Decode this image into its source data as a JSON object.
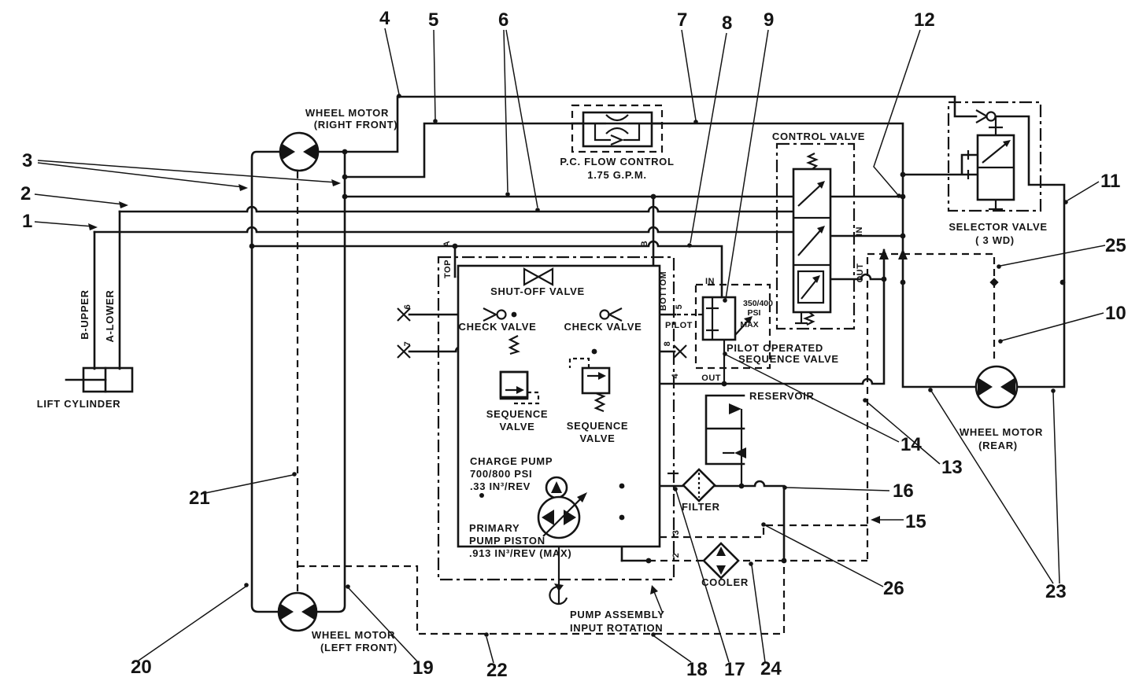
{
  "colors": {
    "line": "#141414",
    "background": "#ffffff"
  },
  "labels": {
    "wheel_motor_right_front_1": "WHEEL MOTOR",
    "wheel_motor_right_front_2": "(RIGHT FRONT)",
    "pc_flow_control_1": "P.C. FLOW CONTROL",
    "pc_flow_control_2": "1.75 G.P.M.",
    "control_valve": "CONTROL VALVE",
    "selector_valve_1": "SELECTOR VALVE",
    "selector_valve_2": "( 3 WD)",
    "lift_cylinder": "LIFT CYLINDER",
    "b_upper": "B-UPPER",
    "a_lower": "A-LOWER",
    "shut_off_valve": "SHUT-OFF VALVE",
    "check_valve_left": "CHECK VALVE",
    "check_valve_right": "CHECK VALVE",
    "pilot_operated_1": "PILOT OPERATED",
    "pilot_operated_2": "SEQUENCE VALVE",
    "pressure_setting_1": "350/400",
    "pressure_setting_2": "PSI",
    "pressure_setting_3": "MAX",
    "reservoir": "RESERVOIR",
    "sequence_valve_left_1": "SEQUENCE",
    "sequence_valve_left_2": "VALVE",
    "sequence_valve_right_1": "SEQUENCE",
    "sequence_valve_right_2": "VALVE",
    "charge_pump_1": "CHARGE PUMP",
    "charge_pump_2": "700/800 PSI",
    "charge_pump_3": ".33 IN³/REV",
    "primary_pump_1": "PRIMARY",
    "primary_pump_2": "PUMP PISTON",
    "primary_pump_3": ".913 IN³/REV (MAX)",
    "filter": "FILTER",
    "cooler": "COOLER",
    "pump_assembly_1": "PUMP ASSEMBLY",
    "pump_assembly_2": "INPUT ROTATION",
    "wheel_motor_left_front_1": "WHEEL MOTOR",
    "wheel_motor_left_front_2": "(LEFT FRONT)",
    "wheel_motor_rear_1": "WHEEL MOTOR",
    "wheel_motor_rear_2": "(REAR)"
  },
  "ports": {
    "top": "TOP",
    "bottom": "BOTTOM",
    "a": "A",
    "b": "B",
    "pilot": "PILOT",
    "in_pilot": "IN",
    "out_pilot": "OUT",
    "in_control": "IN",
    "out_control": "OUT",
    "p2": "2",
    "p3": "3",
    "p4": "4",
    "p5": "5",
    "p6": "6",
    "p7": "7",
    "p8": "8"
  },
  "callouts": {
    "c1": "1",
    "c2": "2",
    "c3": "3",
    "c4": "4",
    "c5": "5",
    "c6": "6",
    "c7": "7",
    "c8": "8",
    "c9": "9",
    "c10": "10",
    "c11": "11",
    "c12": "12",
    "c13": "13",
    "c14": "14",
    "c15": "15",
    "c16": "16",
    "c17": "17",
    "c18": "18",
    "c19": "19",
    "c20": "20",
    "c21": "21",
    "c22": "22",
    "c23": "23",
    "c24": "24",
    "c25": "25",
    "c26": "26"
  }
}
